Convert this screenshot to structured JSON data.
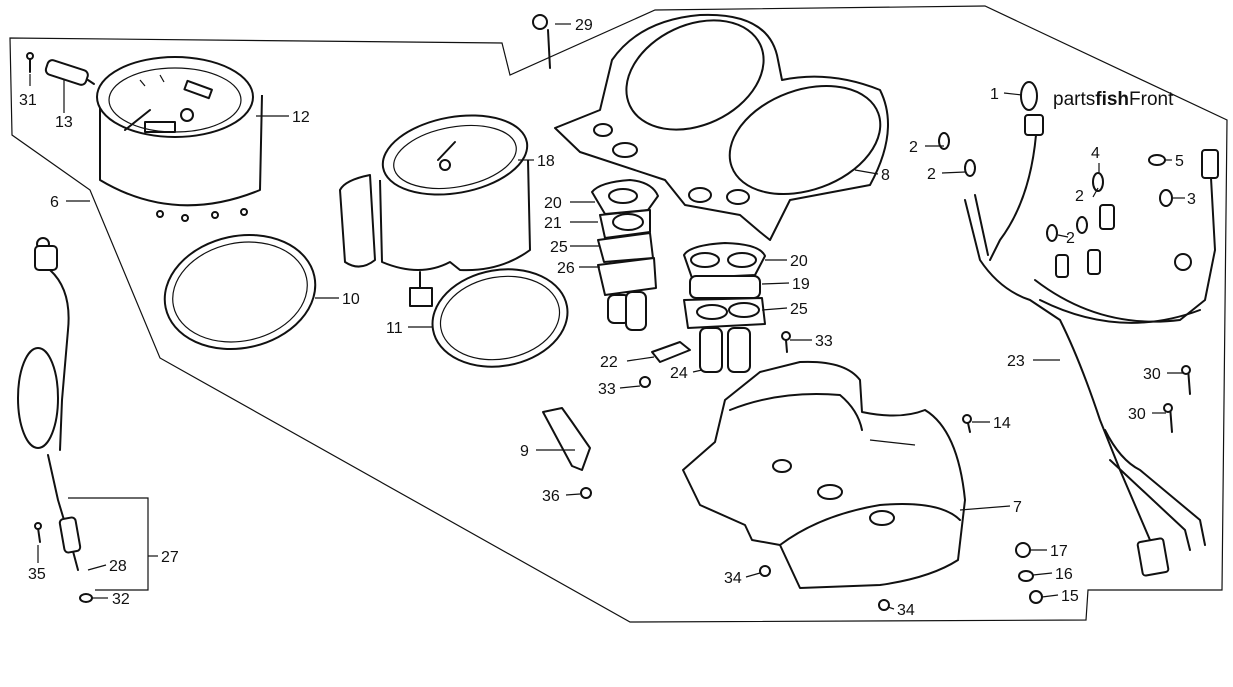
{
  "brand": {
    "part1": "parts",
    "part2": "fish",
    "part3": "Front"
  },
  "callouts": [
    "1",
    "2",
    "2",
    "2",
    "2",
    "3",
    "4",
    "5",
    "6",
    "7",
    "8",
    "9",
    "10",
    "11",
    "12",
    "13",
    "14",
    "15",
    "16",
    "17",
    "18",
    "19",
    "20",
    "20",
    "21",
    "22",
    "23",
    "24",
    "25",
    "25",
    "26",
    "27",
    "28",
    "29",
    "30",
    "30",
    "31",
    "32",
    "33",
    "33",
    "34",
    "34",
    "35",
    "36"
  ]
}
